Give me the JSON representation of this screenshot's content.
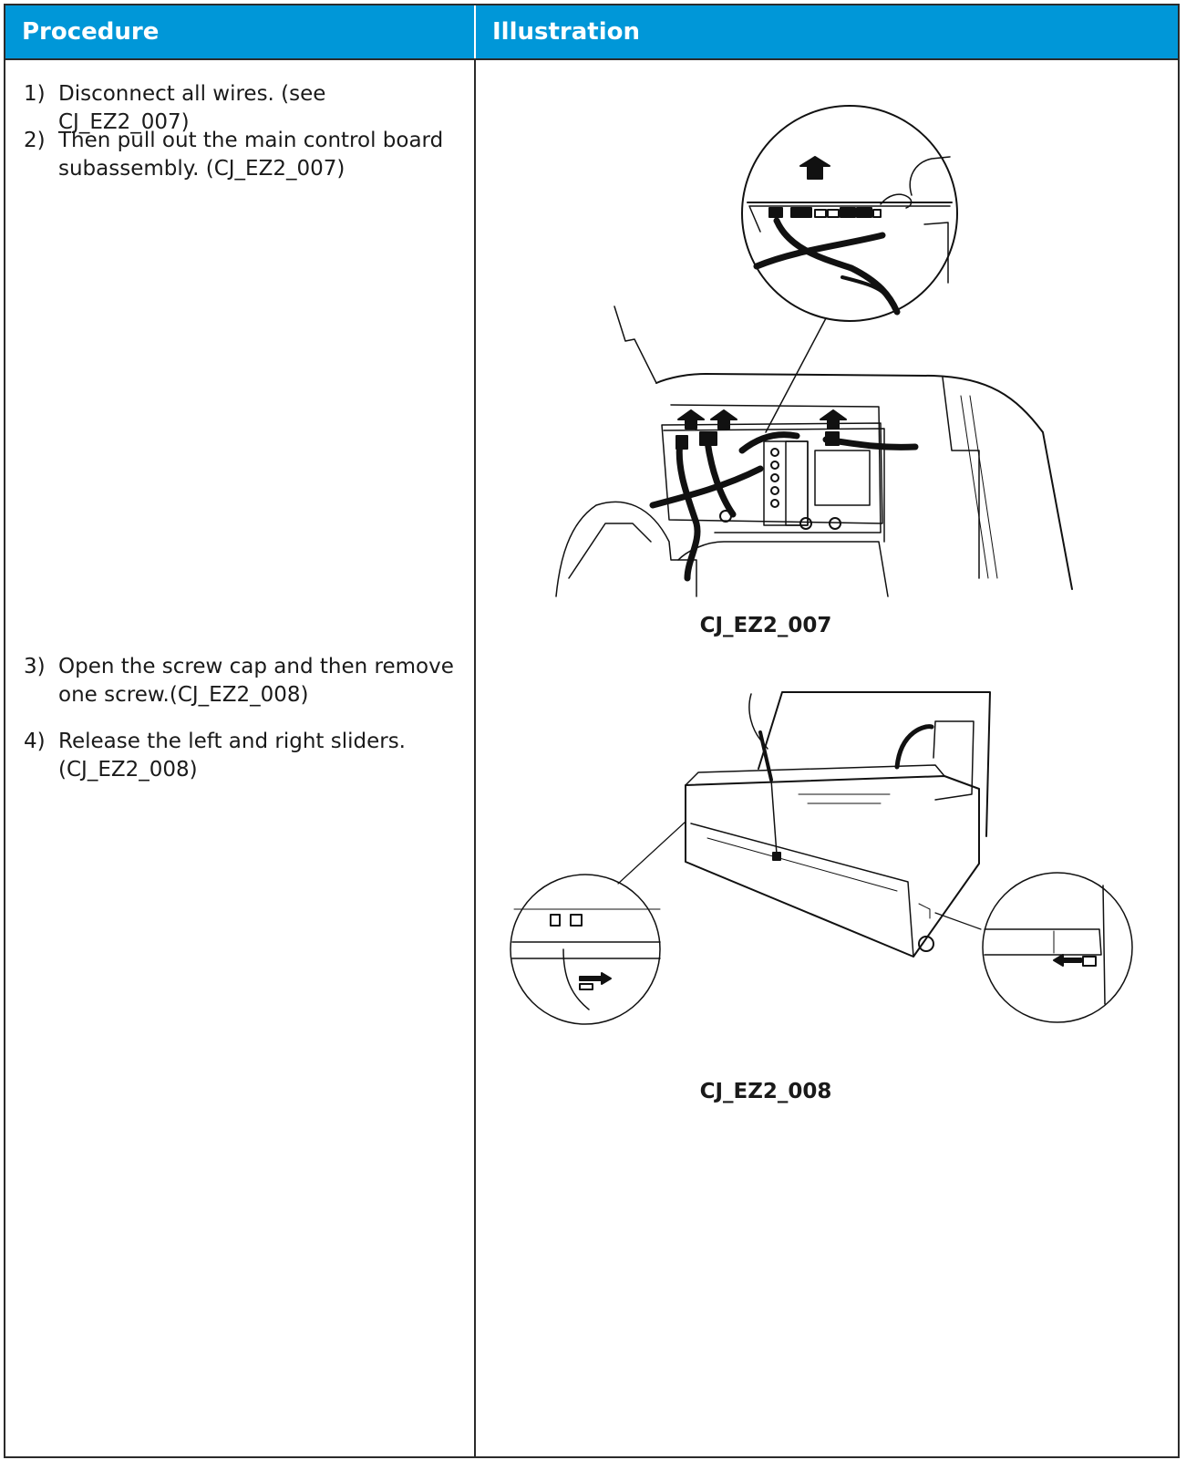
{
  "header": {
    "procedure": "Procedure",
    "illustration": "Illustration"
  },
  "steps": [
    {
      "number": "1)",
      "text": "Disconnect all wires. (see CJ_EZ2_007)"
    },
    {
      "number": "2)",
      "text": "Then pull out the main control board subassembly. (CJ_EZ2_007)"
    },
    {
      "number": "3)",
      "text": "Open the screw cap and then remove one screw.(CJ_EZ2_008)"
    },
    {
      "number": "4)",
      "text": "Release the left and right sliders. (CJ_EZ2_008)"
    }
  ],
  "figures": [
    {
      "caption": "CJ_EZ2_007"
    },
    {
      "caption": "CJ_EZ2_008"
    }
  ]
}
